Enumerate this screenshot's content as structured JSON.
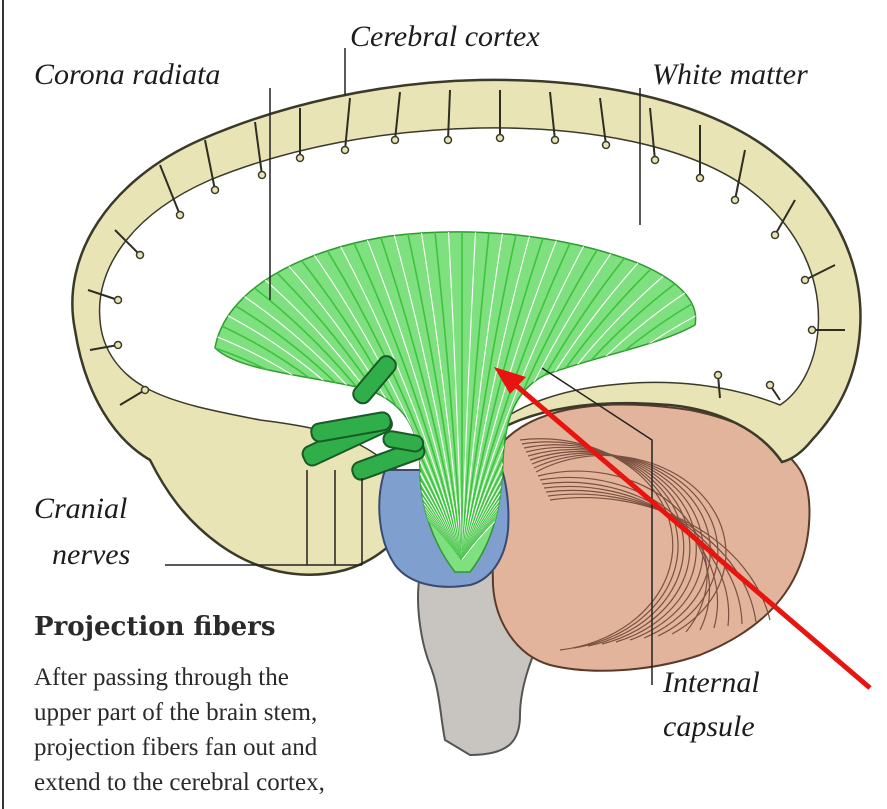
{
  "labels": {
    "corona_radiata": "Corona radiata",
    "cerebral_cortex": "Cerebral cortex",
    "white_matter": "White matter",
    "cranial_nerves_line1": "Cranial",
    "cranial_nerves_line2": "nerves",
    "internal_capsule_line1": "Internal",
    "internal_capsule_line2": "capsule"
  },
  "caption": {
    "title": "Projection fibers",
    "lines": [
      "After passing through the",
      "upper part of the brain stem,",
      "projection fibers fan out and",
      "extend to the cerebral cortex,"
    ]
  },
  "colors": {
    "cortex": "#e9e4b6",
    "cortex_outline": "#3a3a2a",
    "white_matter": "#ffffff",
    "fibers": "#7fe07f",
    "fiber_lines": "#3fc23f",
    "cranial_nerves": "#2fae4a",
    "brainstem_blue": "#7f9fce",
    "cerebellum": "#e2b49c",
    "brainstem_gray": "#c8c5c0",
    "annotation_arrow": "#e8140f"
  }
}
